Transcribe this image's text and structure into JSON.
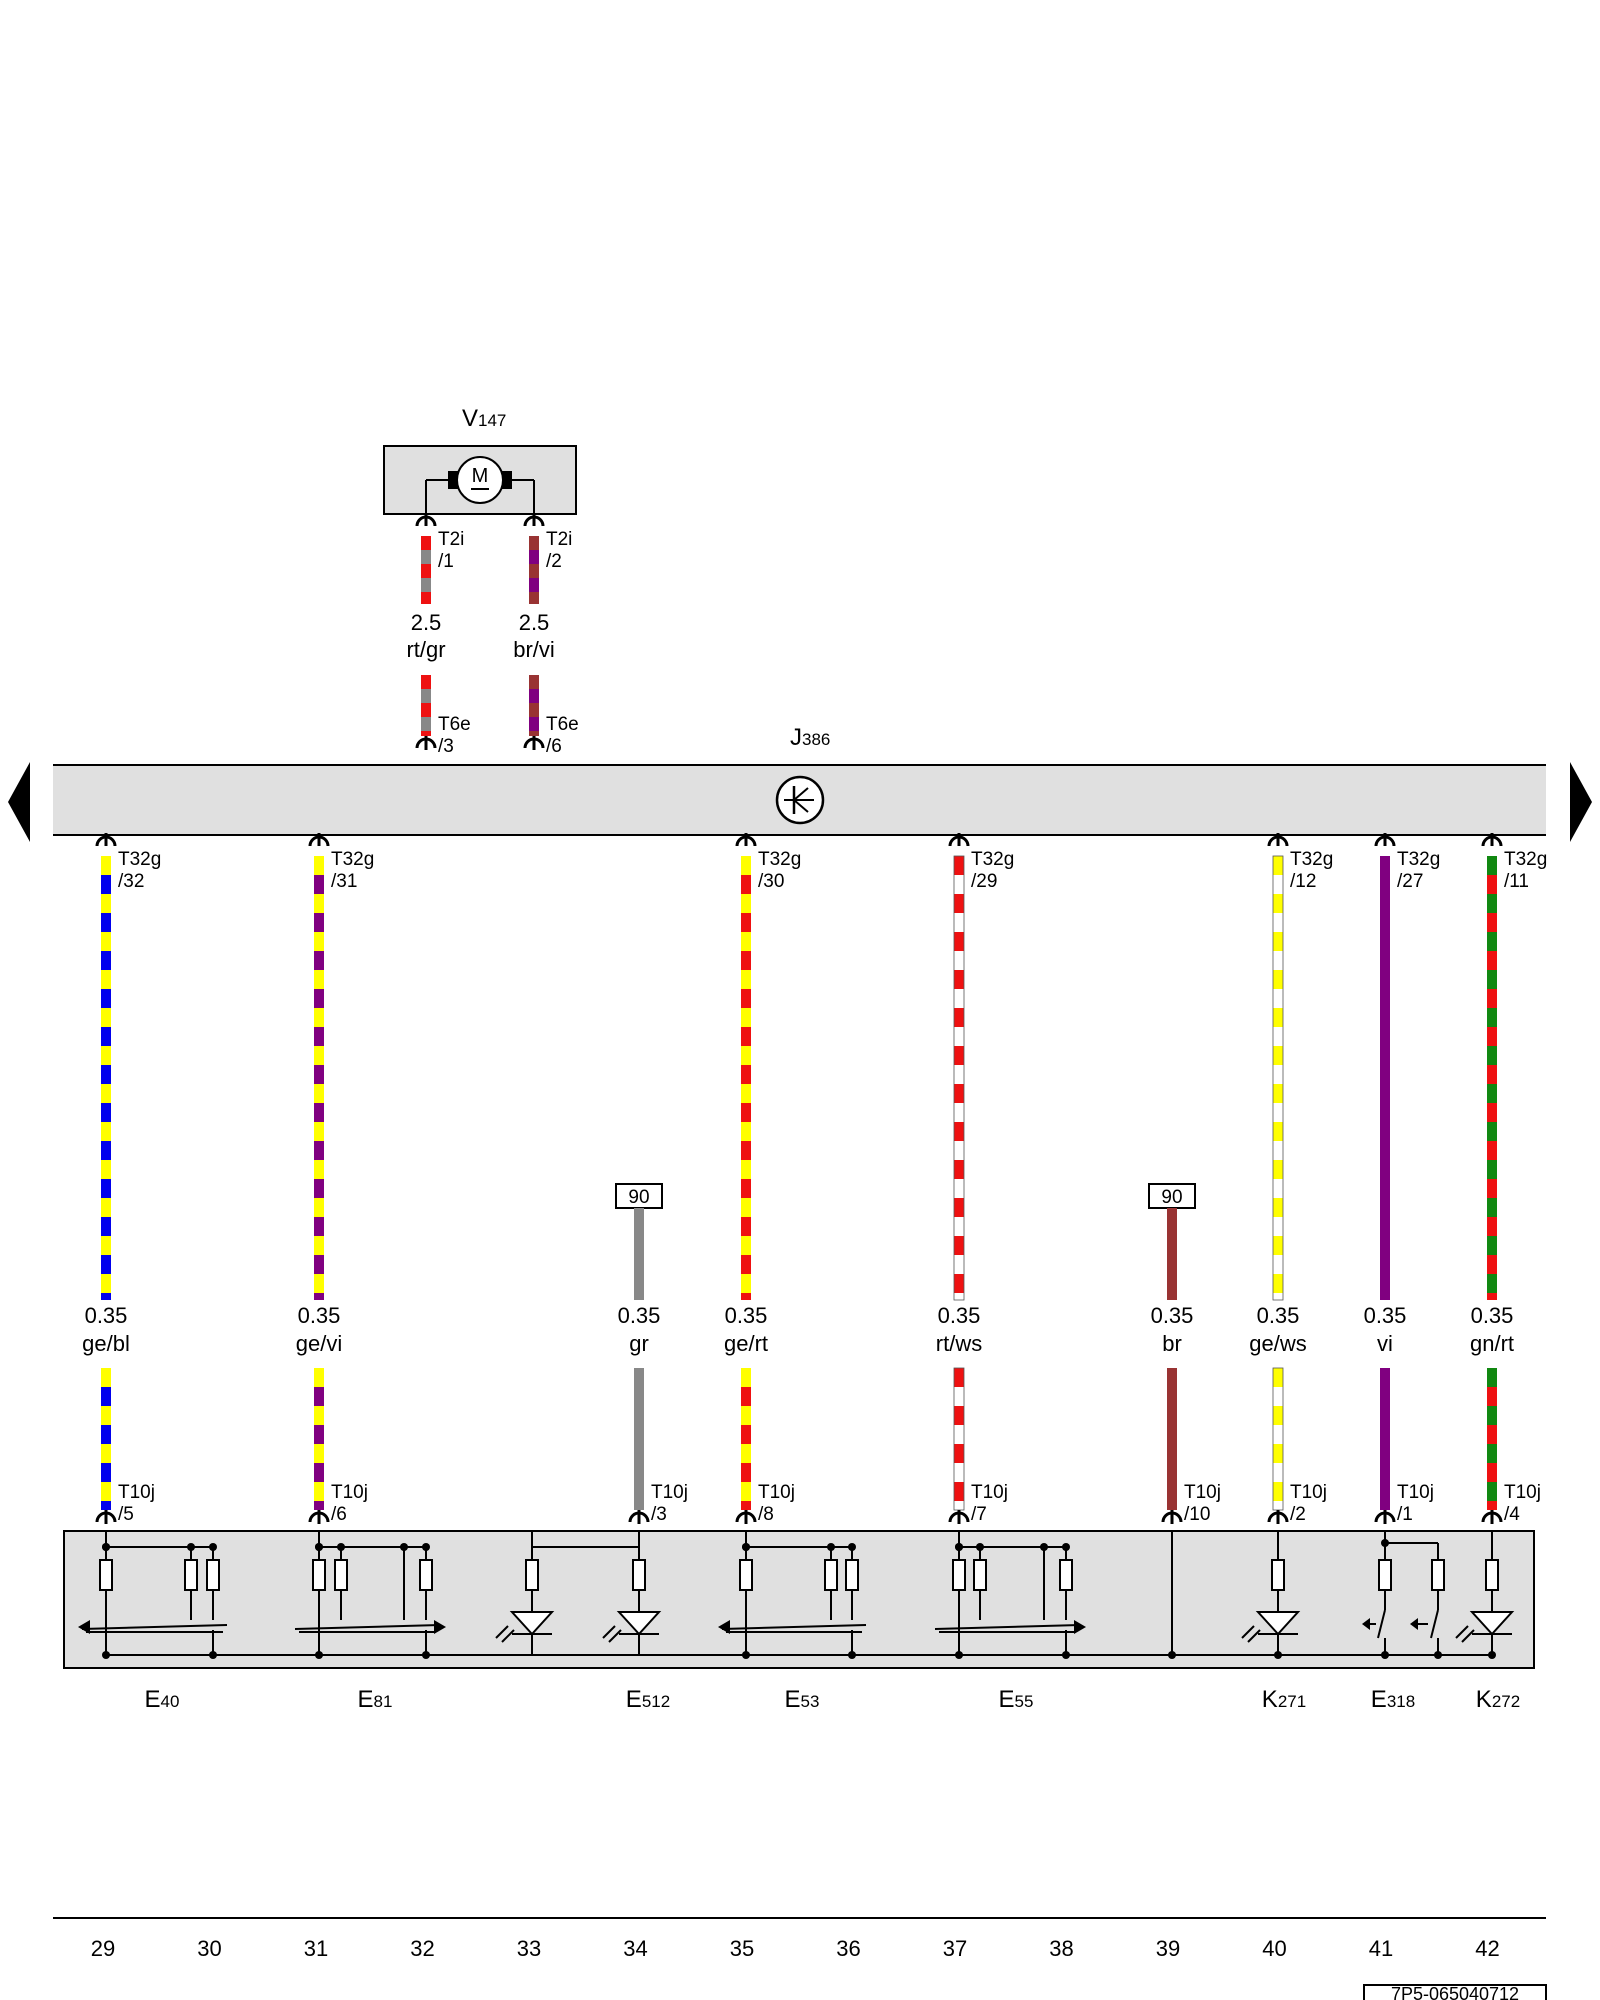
{
  "components": {
    "motor": {
      "label_main": "V",
      "label_sub": "147",
      "symbol": "M"
    },
    "control_unit": {
      "label_main": "J",
      "label_sub": "386"
    }
  },
  "motor_wires": [
    {
      "id": "w1",
      "conn_top": "T2i",
      "pin_top": "/1",
      "size": "2.5",
      "color_code": "rt/gr",
      "colors": [
        "#ee1111",
        "#888888"
      ],
      "conn_bot": "T6e",
      "pin_bot": "/3"
    },
    {
      "id": "w2",
      "conn_top": "T2i",
      "pin_top": "/2",
      "size": "2.5",
      "color_code": "br/vi",
      "colors": [
        "#993333",
        "#800080"
      ],
      "conn_bot": "T6e",
      "pin_bot": "/6"
    }
  ],
  "lower_wires": [
    {
      "id": "l1",
      "conn_top": "T32g",
      "pin_top": "/32",
      "size": "0.35",
      "color_code": "ge/bl",
      "colors": [
        "#ffff00",
        "#0000ee"
      ],
      "conn_bot": "T10j",
      "pin_bot": "/5"
    },
    {
      "id": "l2",
      "conn_top": "T32g",
      "pin_top": "/31",
      "size": "0.35",
      "color_code": "ge/vi",
      "colors": [
        "#ffff00",
        "#800080"
      ],
      "conn_bot": "T10j",
      "pin_bot": "/6"
    },
    {
      "id": "l3",
      "size": "0.35",
      "color_code": "gr",
      "colors": [
        "#888888"
      ],
      "conn_bot": "T10j",
      "pin_bot": "/3",
      "ref": "90"
    },
    {
      "id": "l4",
      "conn_top": "T32g",
      "pin_top": "/30",
      "size": "0.35",
      "color_code": "ge/rt",
      "colors": [
        "#ffff00",
        "#ee1111"
      ],
      "conn_bot": "T10j",
      "pin_bot": "/8"
    },
    {
      "id": "l5",
      "conn_top": "T32g",
      "pin_top": "/29",
      "size": "0.35",
      "color_code": "rt/ws",
      "colors": [
        "#ee1111",
        "#ffffff"
      ],
      "conn_bot": "T10j",
      "pin_bot": "/7"
    },
    {
      "id": "l6",
      "size": "0.35",
      "color_code": "br",
      "colors": [
        "#993333"
      ],
      "conn_bot": "T10j",
      "pin_bot": "/10",
      "ref": "90"
    },
    {
      "id": "l7",
      "conn_top": "T32g",
      "pin_top": "/12",
      "size": "0.35",
      "color_code": "ge/ws",
      "colors": [
        "#ffff00",
        "#ffffff"
      ],
      "conn_bot": "T10j",
      "pin_bot": "/2"
    },
    {
      "id": "l8",
      "conn_top": "T32g",
      "pin_top": "/27",
      "size": "0.35",
      "color_code": "vi",
      "colors": [
        "#800080"
      ],
      "conn_bot": "T10j",
      "pin_bot": "/1"
    },
    {
      "id": "l9",
      "conn_top": "T32g",
      "pin_top": "/11",
      "size": "0.35",
      "color_code": "gn/rt",
      "colors": [
        "#118811",
        "#ee1111"
      ],
      "conn_bot": "T10j",
      "pin_bot": "/4"
    }
  ],
  "switch_labels": [
    {
      "main": "E",
      "sub": "40"
    },
    {
      "main": "E",
      "sub": "81"
    },
    {
      "main": "E",
      "sub": "512"
    },
    {
      "main": "E",
      "sub": "53"
    },
    {
      "main": "E",
      "sub": "55"
    },
    {
      "main": "K",
      "sub": "271"
    },
    {
      "main": "E",
      "sub": "318"
    },
    {
      "main": "K",
      "sub": "272"
    }
  ],
  "column_numbers": [
    "29",
    "30",
    "31",
    "32",
    "33",
    "34",
    "35",
    "36",
    "37",
    "38",
    "39",
    "40",
    "41",
    "42"
  ],
  "doc_id": "7P5-065040712"
}
